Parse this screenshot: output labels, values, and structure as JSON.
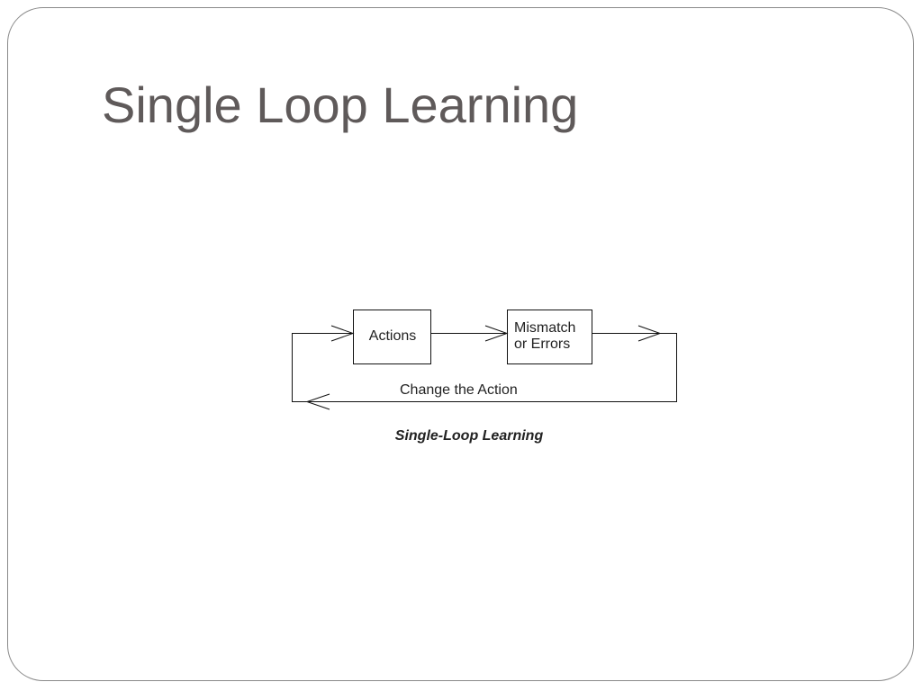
{
  "slide": {
    "title": "Single Loop Learning",
    "diagram": {
      "box1": "Actions",
      "box2_line1": "Mismatch",
      "box2_line2": "or Errors",
      "feedback_label": "Change the Action",
      "caption": "Single-Loop Learning"
    }
  }
}
